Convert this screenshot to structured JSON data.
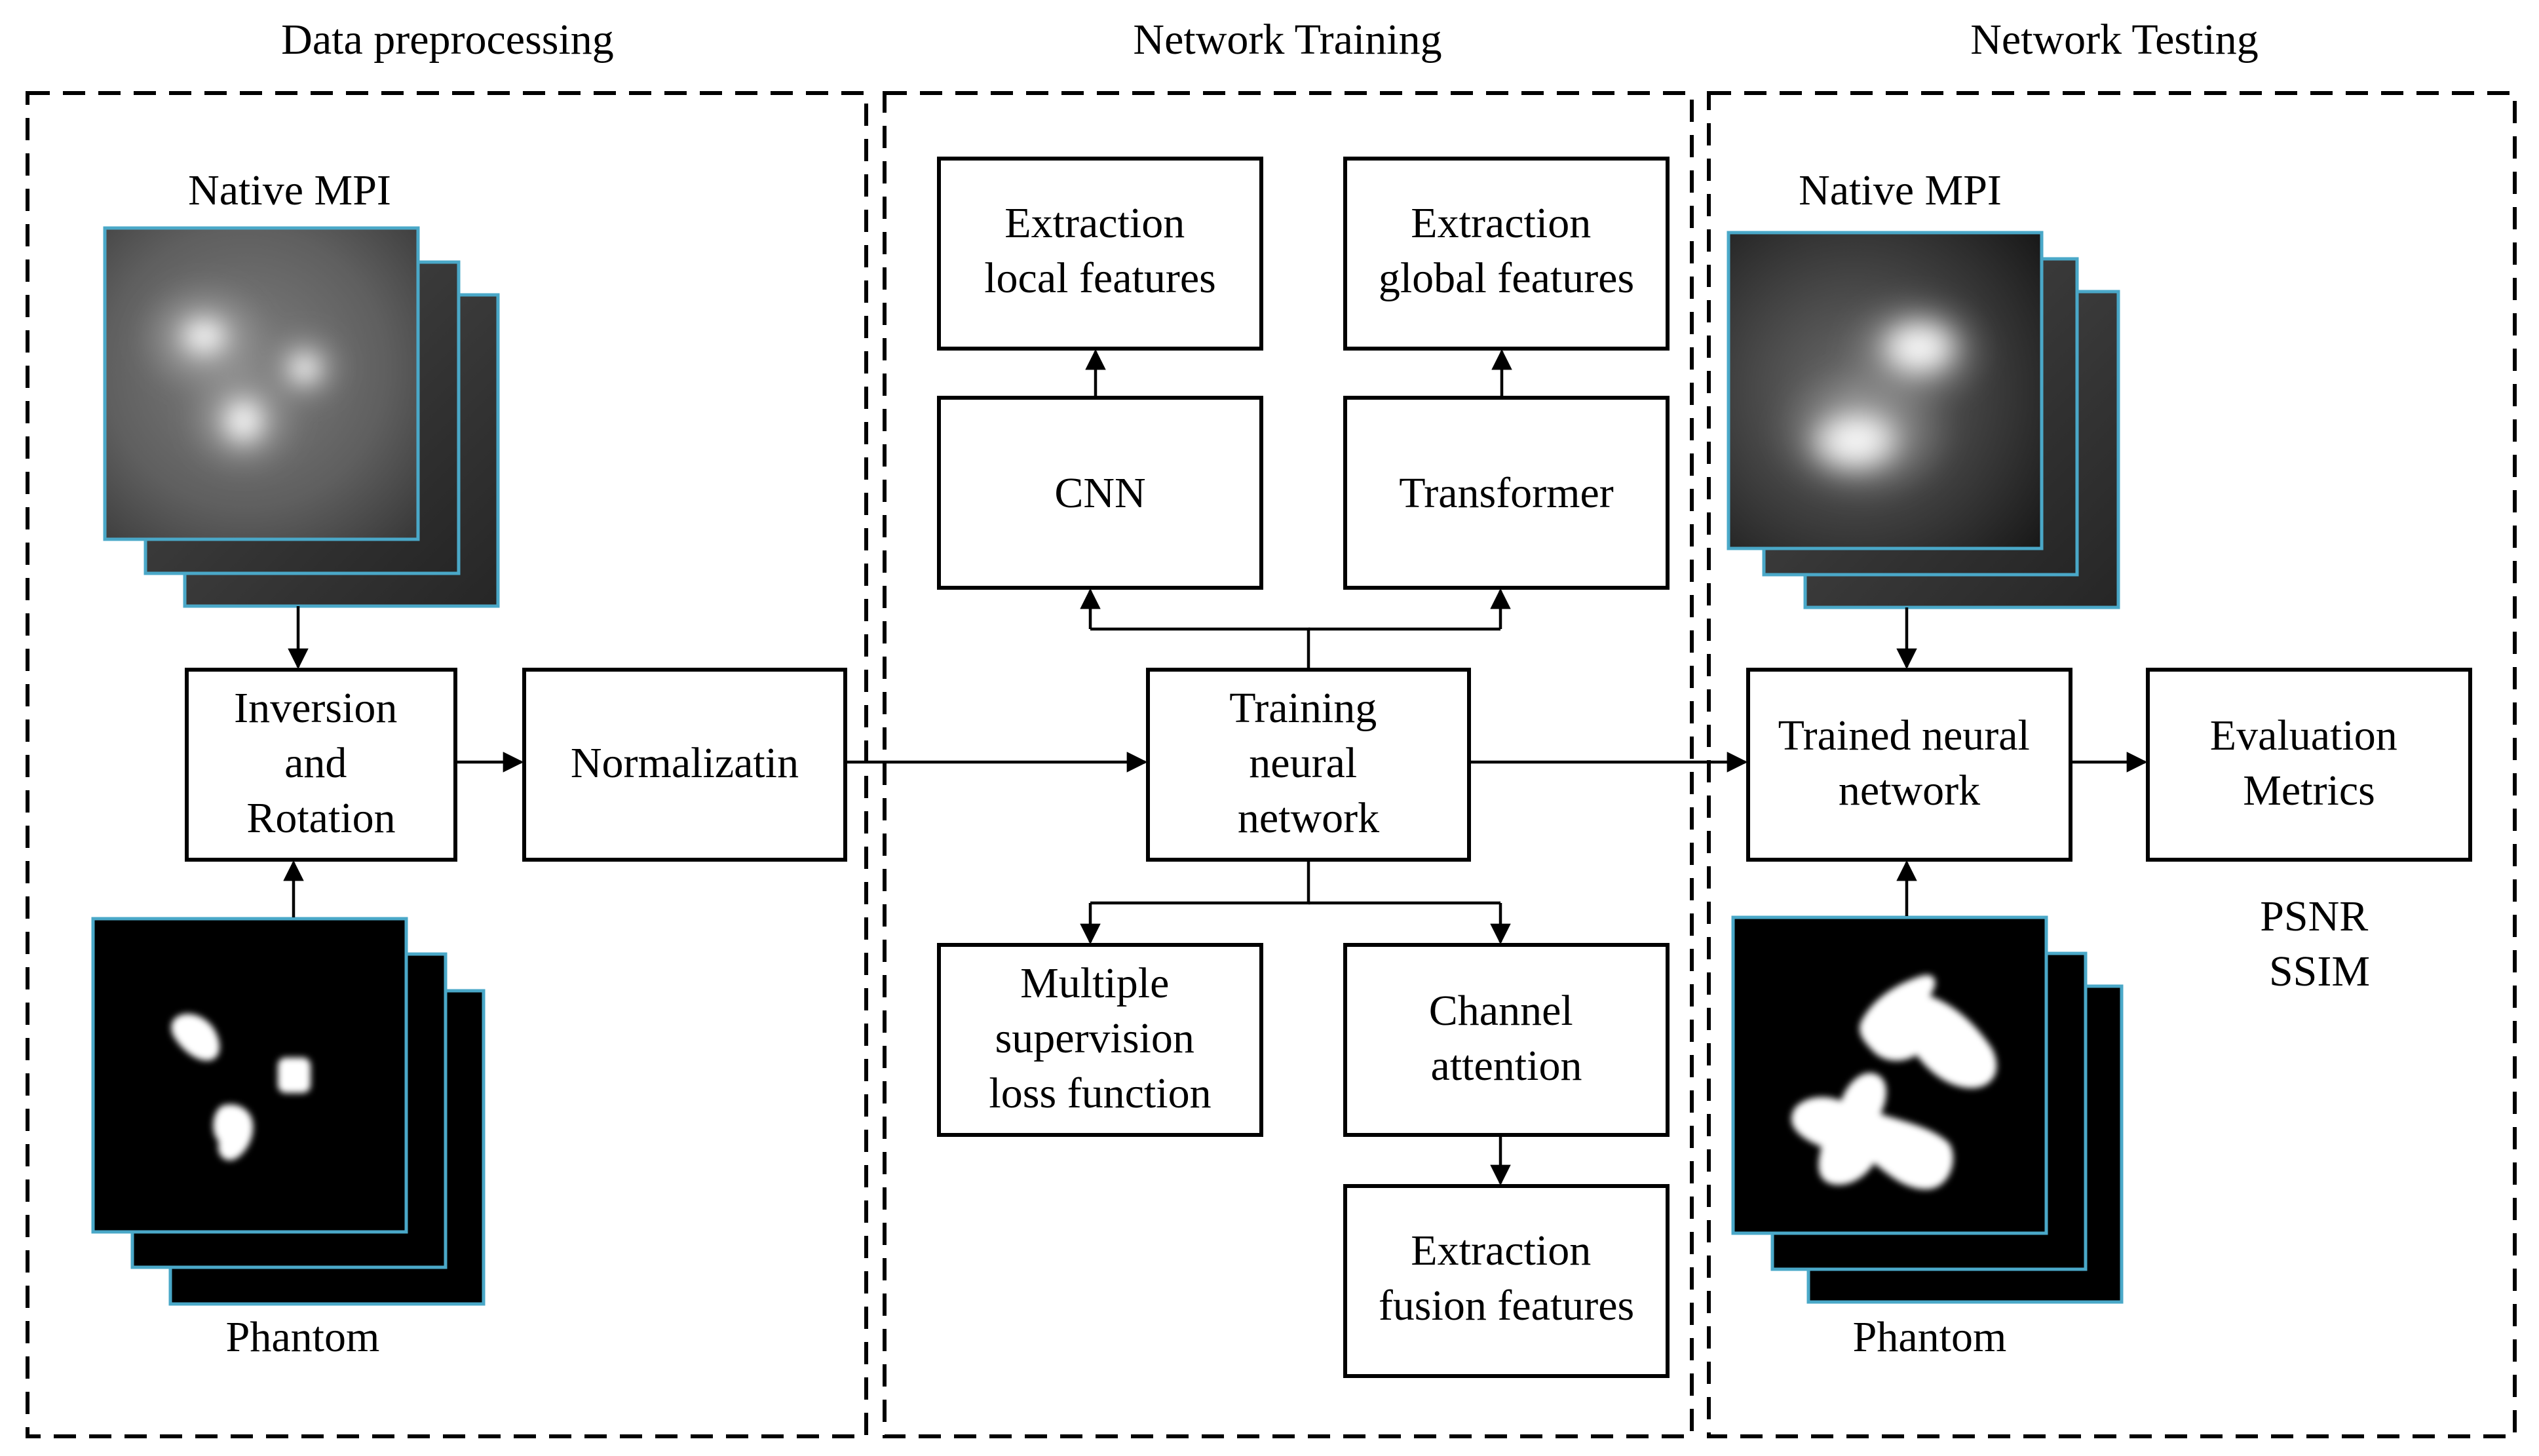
{
  "sections": {
    "preprocessing": "Data preprocessing",
    "training": "Network Training",
    "testing": "Network Testing"
  },
  "images": {
    "native_mpi_left": "Native MPI",
    "phantom_left": "Phantom",
    "native_mpi_right": "Native MPI",
    "phantom_right": "Phantom"
  },
  "boxes": {
    "inversion": [
      "Inversion",
      "and",
      "Rotation"
    ],
    "normalization": [
      "Normalizatin"
    ],
    "training_network": [
      "Training",
      "neural",
      "network"
    ],
    "cnn": [
      "CNN"
    ],
    "transformer": [
      "Transformer"
    ],
    "local_features": [
      "Extraction",
      "local features"
    ],
    "global_features": [
      "Extraction",
      "global features"
    ],
    "multiple_supervision": [
      "Multiple",
      "supervision",
      "loss function"
    ],
    "channel_attention": [
      "Channel",
      "attention"
    ],
    "fusion_features": [
      "Extraction",
      "fusion features"
    ],
    "trained_network": [
      "Trained neural",
      "network"
    ],
    "evaluation": [
      "Evaluation",
      "Metrics"
    ]
  },
  "metrics": [
    "PSNR",
    "SSIM"
  ],
  "colors": {
    "image_frame": "#4aa8c8",
    "line": "#000000",
    "background": "#ffffff"
  }
}
